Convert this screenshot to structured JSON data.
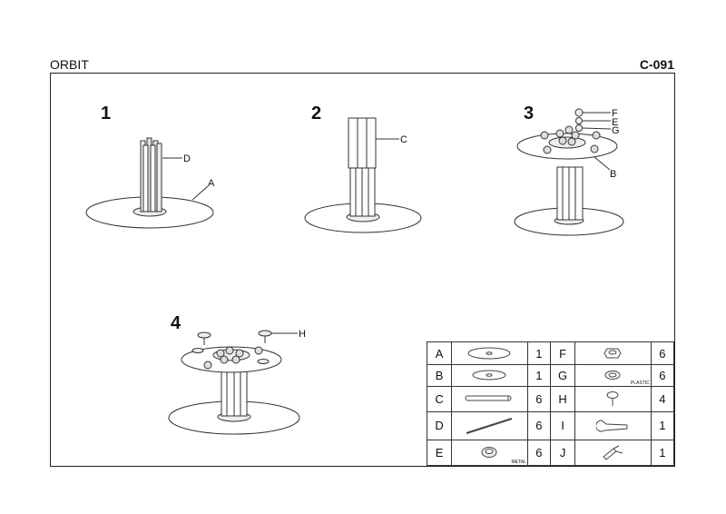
{
  "header": {
    "title": "ORBIT",
    "code": "C-091"
  },
  "steps": [
    {
      "number": "1",
      "labels": [
        "D",
        "A"
      ]
    },
    {
      "number": "2",
      "labels": [
        "C"
      ]
    },
    {
      "number": "3",
      "labels": [
        "F",
        "E",
        "G",
        "B"
      ]
    },
    {
      "number": "4",
      "labels": [
        "H"
      ]
    }
  ],
  "parts": [
    {
      "left": {
        "letter": "A",
        "icon": "large-disc-icon",
        "qty": "1"
      },
      "right": {
        "letter": "F",
        "icon": "nut-icon",
        "qty": "6"
      }
    },
    {
      "left": {
        "letter": "B",
        "icon": "small-disc-icon",
        "qty": "1"
      },
      "right": {
        "letter": "G",
        "icon": "washer-icon",
        "qty": "6",
        "note": "PLASTIC"
      }
    },
    {
      "left": {
        "letter": "C",
        "icon": "tube-icon",
        "qty": "6"
      },
      "right": {
        "letter": "H",
        "icon": "foot-screw-icon",
        "qty": "4"
      }
    },
    {
      "left": {
        "letter": "D",
        "icon": "threaded-rod-icon",
        "qty": "6"
      },
      "right": {
        "letter": "I",
        "icon": "wrench-icon",
        "qty": "1"
      }
    },
    {
      "left": {
        "letter": "E",
        "icon": "metal-washer-icon",
        "qty": "6",
        "note": "METAL"
      },
      "right": {
        "letter": "J",
        "icon": "socket-key-icon",
        "qty": "1"
      }
    }
  ]
}
